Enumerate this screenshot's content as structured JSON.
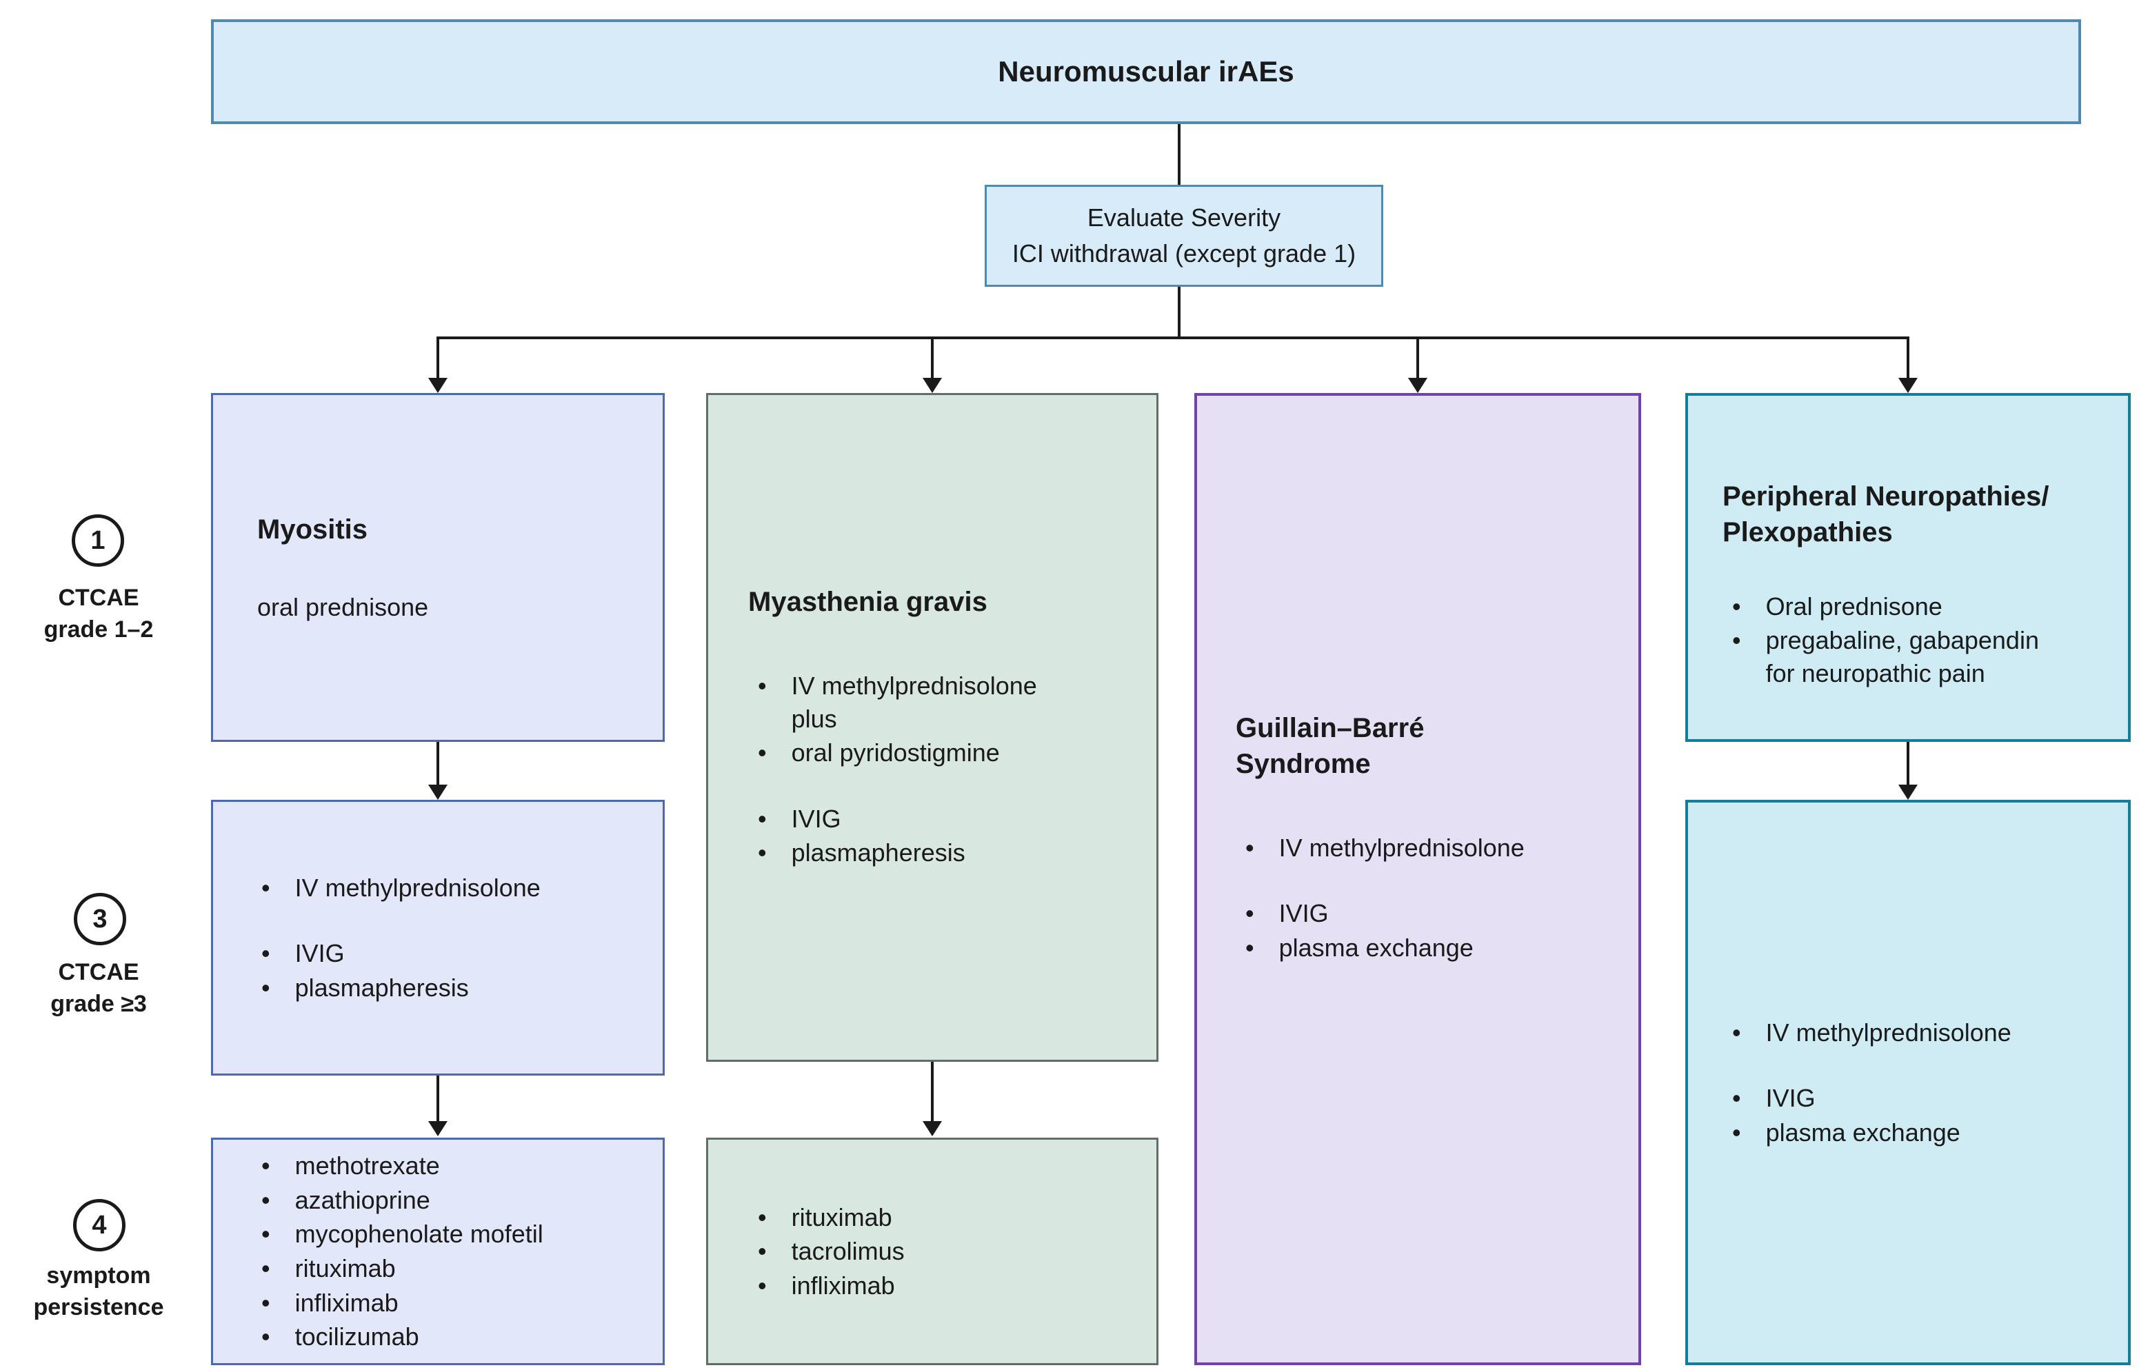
{
  "colors": {
    "line": "#1a1a1a",
    "top_box_fill": "#d7ebf8",
    "top_box_border": "#4e89ae",
    "myositis_fill": "#e2e8f9",
    "myositis_border": "#4d68b0",
    "myasthenia_fill": "#d9e7e1",
    "myasthenia_border": "#5f6f68",
    "gbs_fill": "#e5e0f4",
    "gbs_border": "#6f42ad",
    "peripheral_fill": "#cfecf5",
    "peripheral_border": "#117e9c"
  },
  "header": {
    "title": "Neuromuscular irAEs"
  },
  "severity_box": {
    "text": "Evaluate Severity\nICI withdrawal (except grade 1)"
  },
  "stage_labels": [
    {
      "number": "1",
      "label": "CTCAE\ngrade 1–2"
    },
    {
      "number": "3",
      "label": "CTCAE\ngrade ≥3"
    },
    {
      "number": "4",
      "label": "symptom\npersistence"
    }
  ],
  "columns": {
    "myositis": {
      "grade12": {
        "title": "Myositis",
        "body": "oral prednisone"
      },
      "grade3": {
        "bullets": [
          [
            "IV methylprednisolone"
          ],
          [
            "IVIG",
            "plasmapheresis"
          ]
        ]
      },
      "persistence": {
        "bullets": [
          [
            "methotrexate",
            "azathioprine",
            "mycophenolate mofetil",
            "rituximab",
            "infliximab",
            "tocilizumab"
          ]
        ]
      }
    },
    "myasthenia": {
      "main": {
        "title": "Myasthenia gravis",
        "bullets": [
          [
            "IV methylprednisolone\nplus",
            "oral pyridostigmine"
          ],
          [
            "IVIG",
            "plasmapheresis"
          ]
        ]
      },
      "persistence": {
        "bullets": [
          [
            "rituximab",
            "tacrolimus",
            "infliximab"
          ]
        ]
      }
    },
    "gbs": {
      "main": {
        "title": "Guillain–Barré\nSyndrome",
        "bullets": [
          [
            "IV methylprednisolone"
          ],
          [
            "IVIG",
            "plasma exchange"
          ]
        ]
      }
    },
    "peripheral": {
      "grade12": {
        "title": "Peripheral Neuropathies/\nPlexopathies",
        "bullets": [
          [
            "Oral prednisone",
            "pregabaline, gabapendin\nfor neuropathic pain"
          ]
        ]
      },
      "grade3": {
        "bullets": [
          [
            "IV methylprednisolone"
          ],
          [
            "IVIG",
            "plasma exchange"
          ]
        ]
      }
    }
  }
}
